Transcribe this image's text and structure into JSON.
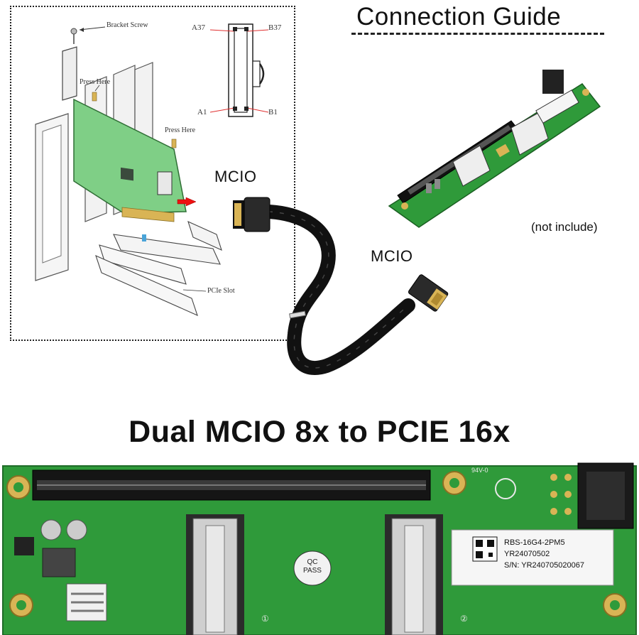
{
  "guide": {
    "title": "Connection Guide",
    "not_included": "(not include)"
  },
  "install_diagram": {
    "bracket_screw": "Bracket Screw",
    "press_here_1": "Press Here",
    "press_here_2": "Press Here",
    "pcie_slot": "PCIe Slot"
  },
  "connector_pinout": {
    "a37": "A37",
    "b37": "B37",
    "a1": "A1",
    "b1": "B1"
  },
  "cable": {
    "left_label": "MCIO",
    "right_label": "MCIO"
  },
  "product": {
    "title": "Dual MCIO 8x to PCIE 16x",
    "model": "RBS-16G4-2PM5",
    "batch": "YR24070502",
    "serial": "S/N: YR240705020067",
    "qc_top": "QC",
    "qc_bottom": "PASS",
    "rating": "94V-0",
    "port1": "①",
    "port2": "②"
  },
  "colors": {
    "pcb_green": "#2f9a3a",
    "pcb_dark": "#1f7a2a",
    "card_green": "#7fcf86",
    "gold": "#d9b455",
    "cable_black": "#111111"
  }
}
